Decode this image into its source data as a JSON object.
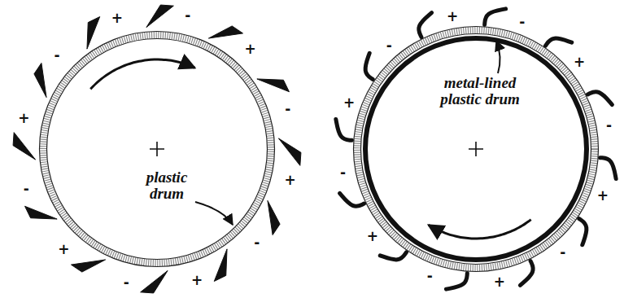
{
  "diagram": {
    "labels": [
      "+",
      "-",
      "+",
      "-",
      "+",
      "-",
      "+",
      "-",
      "+",
      "-",
      "+",
      "-",
      "plastic drum",
      "-",
      "+",
      "-",
      "+",
      "-",
      "+",
      "-",
      "+",
      "-",
      "+",
      "-",
      "+",
      "metal-lined plastic drum"
    ]
  }
}
